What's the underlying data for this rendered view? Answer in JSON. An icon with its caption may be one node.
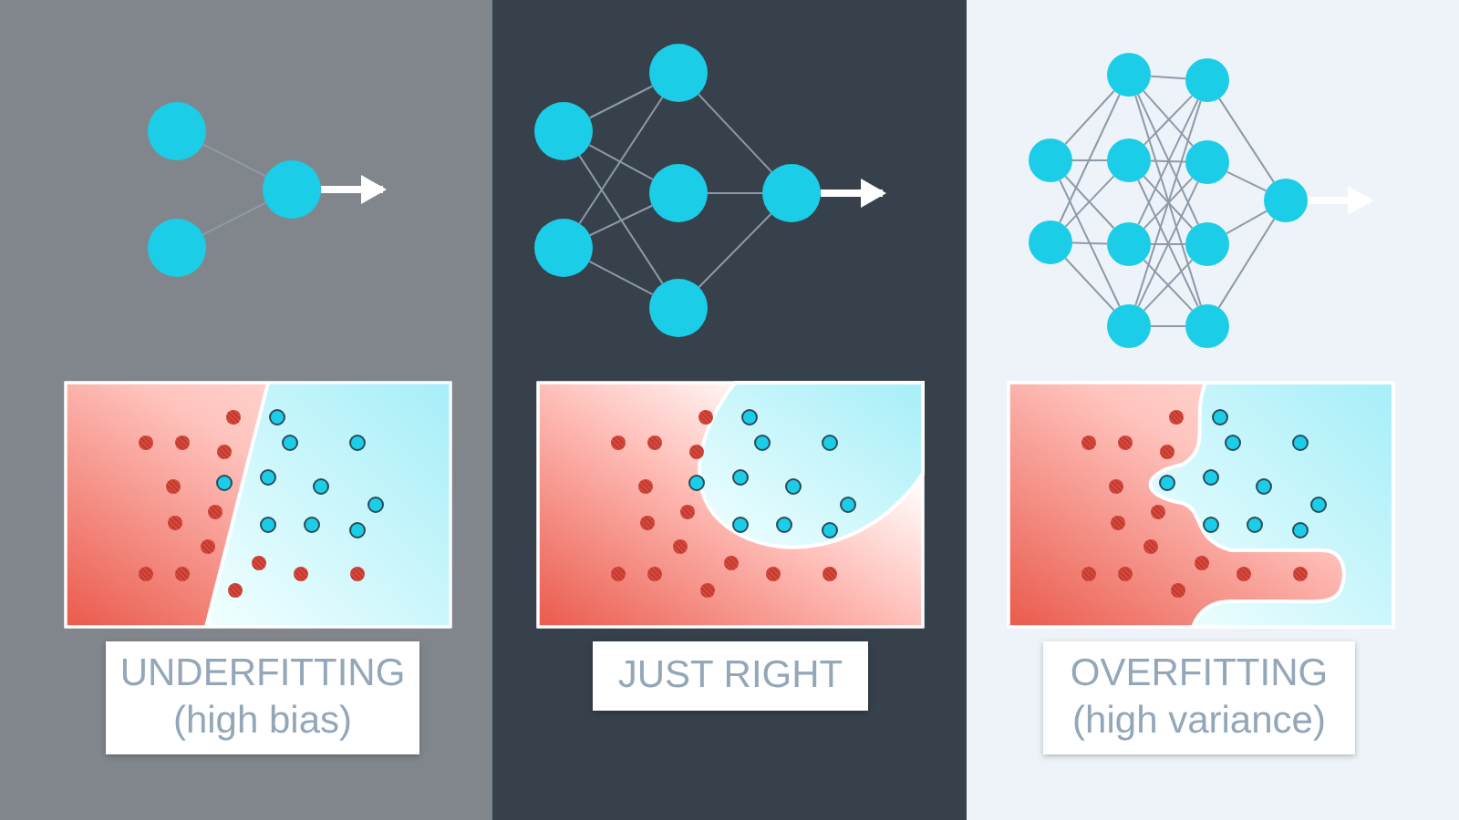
{
  "diagram": {
    "nodes": [
      {
        "text": [],
        "shape": "circle"
      },
      {
        "text": [],
        "shape": "circle"
      },
      {
        "text": [],
        "shape": "circle"
      },
      {
        "text": [
          "UNDERFITTING",
          "(high bias)"
        ]
      },
      {
        "text": [],
        "shape": "circle"
      },
      {
        "text": [],
        "shape": "circle"
      },
      {
        "text": [],
        "shape": "circle"
      },
      {
        "text": [],
        "shape": "circle"
      },
      {
        "text": [],
        "shape": "circle"
      },
      {
        "text": [],
        "shape": "circle"
      },
      {
        "text": [
          "JUST RIGHT"
        ]
      },
      {
        "text": [],
        "shape": "circle"
      },
      {
        "text": [],
        "shape": "circle"
      },
      {
        "text": [],
        "shape": "circle"
      },
      {
        "text": [],
        "shape": "circle"
      },
      {
        "text": [],
        "shape": "circle"
      },
      {
        "text": [],
        "shape": "circle"
      },
      {
        "text": [],
        "shape": "circle"
      },
      {
        "text": [],
        "shape": "circle"
      },
      {
        "text": [],
        "shape": "circle"
      },
      {
        "text": [],
        "shape": "circle"
      },
      {
        "text": [],
        "shape": "circle"
      },
      {
        "text": [
          "OVERFITTING",
          "(high variance)"
        ]
      }
    ],
    "edges": [
      {
        "from": 0,
        "to": 2,
        "arrow": "none"
      },
      {
        "from": 1,
        "to": 2,
        "arrow": "none"
      },
      {
        "from": 2,
        "to": null,
        "arrow": "to",
        "style": "thick",
        "color": "#ffffff"
      },
      {
        "from": 4,
        "to": 6,
        "arrow": "none"
      },
      {
        "from": 4,
        "to": 7,
        "arrow": "none"
      },
      {
        "from": 4,
        "to": 8,
        "arrow": "none"
      },
      {
        "from": 5,
        "to": 6,
        "arrow": "none"
      },
      {
        "from": 5,
        "to": 7,
        "arrow": "none"
      },
      {
        "from": 5,
        "to": 8,
        "arrow": "none"
      },
      {
        "from": 6,
        "to": 9,
        "arrow": "none"
      },
      {
        "from": 7,
        "to": 9,
        "arrow": "none"
      },
      {
        "from": 8,
        "to": 9,
        "arrow": "none"
      },
      {
        "from": 9,
        "to": null,
        "arrow": "to",
        "style": "thick",
        "color": "#ffffff"
      },
      {
        "from": 11,
        "to": 13,
        "arrow": "none"
      },
      {
        "from": 11,
        "to": 14,
        "arrow": "none"
      },
      {
        "from": 11,
        "to": 15,
        "arrow": "none"
      },
      {
        "from": 11,
        "to": 16,
        "arrow": "none"
      },
      {
        "from": 12,
        "to": 13,
        "arrow": "none"
      },
      {
        "from": 12,
        "to": 14,
        "arrow": "none"
      },
      {
        "from": 12,
        "to": 15,
        "arrow": "none"
      },
      {
        "from": 12,
        "to": 16,
        "arrow": "none"
      },
      {
        "from": 13,
        "to": 17,
        "arrow": "none"
      },
      {
        "from": 13,
        "to": 18,
        "arrow": "none"
      },
      {
        "from": 13,
        "to": 19,
        "arrow": "none"
      },
      {
        "from": 13,
        "to": 20,
        "arrow": "none"
      },
      {
        "from": 14,
        "to": 17,
        "arrow": "none"
      },
      {
        "from": 14,
        "to": 18,
        "arrow": "none"
      },
      {
        "from": 14,
        "to": 19,
        "arrow": "none"
      },
      {
        "from": 14,
        "to": 20,
        "arrow": "none"
      },
      {
        "from": 15,
        "to": 17,
        "arrow": "none"
      },
      {
        "from": 15,
        "to": 18,
        "arrow": "none"
      },
      {
        "from": 15,
        "to": 19,
        "arrow": "none"
      },
      {
        "from": 15,
        "to": 20,
        "arrow": "none"
      },
      {
        "from": 16,
        "to": 17,
        "arrow": "none"
      },
      {
        "from": 16,
        "to": 18,
        "arrow": "none"
      },
      {
        "from": 16,
        "to": 19,
        "arrow": "none"
      },
      {
        "from": 16,
        "to": 20,
        "arrow": "none"
      },
      {
        "from": 17,
        "to": 21,
        "arrow": "none"
      },
      {
        "from": 18,
        "to": 21,
        "arrow": "none"
      },
      {
        "from": 19,
        "to": 21,
        "arrow": "none"
      },
      {
        "from": 20,
        "to": 21,
        "arrow": "none"
      },
      {
        "from": 21,
        "to": null,
        "arrow": "to",
        "style": "thick",
        "color": "#ffffff"
      }
    ]
  }
}
